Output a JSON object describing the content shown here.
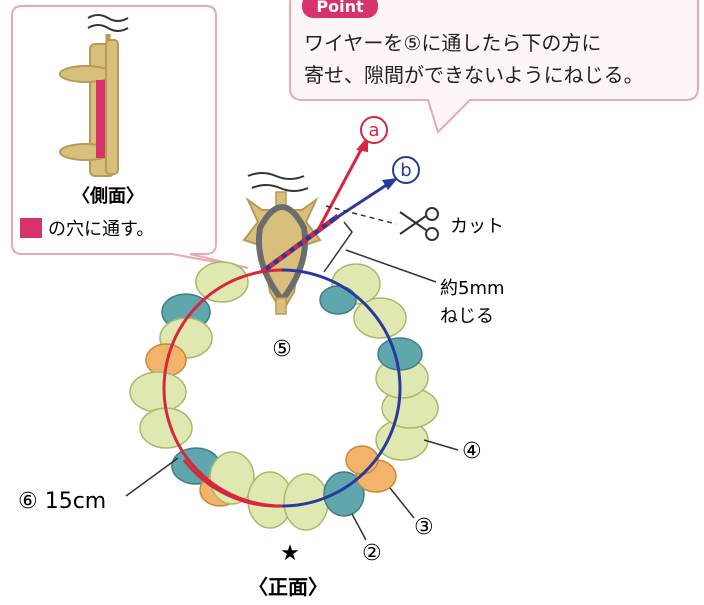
{
  "point_box": {
    "badge": "Point",
    "line1": "ワイヤーを⑤に通したら下の方に",
    "line2": "寄せ、隙間ができないようにねじる。"
  },
  "side_view": {
    "title": "〈側面〉",
    "caption": "の穴に通す。"
  },
  "labels": {
    "a": "a",
    "b": "b",
    "cut": "カット",
    "twist_len": "約5mm",
    "twist": "ねじる",
    "bead_5": "⑤",
    "bead_4": "④",
    "bead_3": "③",
    "bead_2": "②",
    "wire_6": "⑥ 15cm",
    "star": "★",
    "front_view": "〈正面〉"
  },
  "colors": {
    "accent_pink": "#d6336c",
    "box_border": "#e8a9b2",
    "wire_a": "#d7263d",
    "wire_b": "#2a3a9c",
    "gold": "#d9bf7c",
    "gold_dark": "#b99a55",
    "bead_green": "#dfe8b0",
    "bead_teal": "#5fa7ad",
    "bead_orange": "#f2b46a"
  },
  "icons": {
    "scissors": "scissors-icon"
  }
}
